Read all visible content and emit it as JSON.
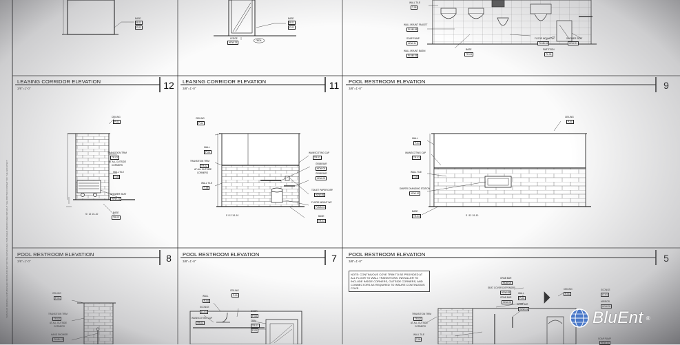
{
  "side_note": "THIS IS AN ORIGINAL UNPUBLISHED WORK AND MAY NOT BE DUPLICATED, PUBLISHED AND/OR USED WITHOUT THE WRITTEN CONSENT OF THE ARCHITECT",
  "logo_text": "BluEnt",
  "logo_reg": "®",
  "row1": [
    {
      "title": "LEASING CORRIDOR ELEVATION",
      "number": "12",
      "scale": "3/8\"=1'-0\""
    },
    {
      "title": "LEASING CORRIDOR ELEVATION",
      "number": "11",
      "scale": "3/8\"=1'-0\""
    },
    {
      "title": "POOL RESTROOM ELEVATION",
      "number": "9",
      "scale": "3/8\"=1'-0\""
    }
  ],
  "row2": [
    {
      "title": "POOL RESTROOM ELEVATION",
      "number": "8",
      "scale": "3/8\"=1'-0\""
    },
    {
      "title": "POOL RESTROOM ELEVATION",
      "number": "7",
      "scale": "3/8\"=1'-0\""
    },
    {
      "title": "POOL RESTROOM ELEVATION",
      "number": "5",
      "scale": "3/8\"=1'-0\""
    }
  ],
  "p12": {
    "ceiling": "CEILING",
    "ceiling_tag": "P-01",
    "trim": "TRANSITION TRIM",
    "trim_tag": "TR-02",
    "trim_note1": "AT ALL OUTSIDE",
    "trim_note2": "CORNERS",
    "wall_tile": "WALL TILE",
    "wall_tile_tag": "T-05",
    "shower_seat": "SHOWER SEAT",
    "shower_seat_tag": "HDW-21",
    "base": "BASE",
    "base_tag": "TR-03",
    "dim": "S / 12 1/1-10"
  },
  "p11": {
    "ceiling": "CEILING",
    "ceiling_tag": "P-01",
    "wall": "WALL",
    "wall_tag": "P-04",
    "trim": "TRANSITION TRIM",
    "trim_tag": "TR-02",
    "trim_note1": "AT ALL OUTSIDE",
    "trim_note2": "CORNERS",
    "wall_tile": "WALL TILE",
    "wall_tile_tag": "T-05",
    "wainscot": "WAINSCOTING CAP",
    "wainscot_tag": "TR-02",
    "grab1": "GRAB BAR",
    "grab1_tag": "HDW-03",
    "grab2": "GRAB BAR",
    "grab2_tag": "HDW-02",
    "toilet": "TOILET PAPER DISP.",
    "toilet_tag": "HDW-06",
    "floor_wc": "FLOOR MOUNT WC",
    "floor_wc_tag": "PLMB-01",
    "base": "BASE",
    "base_tag": "TR-03",
    "dim": "S / 12 1/1-10"
  },
  "p9": {
    "ceiling": "CEILING",
    "ceiling_tag": "P-01",
    "wall": "WALL",
    "wall_tag": "P-04",
    "wainscot": "WAINSCOTING CAP",
    "wainscot_tag": "TR-02",
    "wall_tile": "WALL TILE",
    "wall_tile_tag": "T-05",
    "diaper": "DIAPER CHANGING STATION",
    "diaper_tag": "HDW-10",
    "base": "BASE",
    "base_tag": "TR-03",
    "dim": "S / 12 1/1-10"
  },
  "top": {
    "base_a": "BASE",
    "base_a_tag1": "B-01",
    "base_a_tag2": "P-01",
    "base_b": "BASE",
    "base_b_tag1": "B-01",
    "base_b_tag2": "P-01",
    "ledge": "LEDGE",
    "ledge_tag": "HDW-13",
    "ledge_circ": "TBDA",
    "wall_tile": "WALL TILE",
    "wall_tile_tag": "T-05",
    "faucet": "WALL MOUNT FAUCET",
    "faucet_tag": "PLMB-08",
    "soap": "SOAP PUMP",
    "soap_tag": "HDW-11",
    "basin": "WALL MOUNT BASIN",
    "basin_tag": "PLMB-03",
    "base_c": "BASE",
    "base_c_tag": "TR-03",
    "floor_wc": "FLOOR MOUNT WC",
    "floor_wc_tag": "PLMB-04",
    "shower_seat": "SHOWER SEAT",
    "shower_seat_tag": "HDW-21",
    "partition": "PARTITION",
    "partition_tag": "PL-01"
  },
  "p8": {
    "ceiling": "CEILING",
    "ceiling_tag": "P-01",
    "trim": "TRANSITION TRIM",
    "trim_tag": "TR-02",
    "trim_note1": "AT ALL OUTSIDE",
    "trim_note2": "CORNERS",
    "hand_shower": "HAND SHOWER",
    "hand_shower_tag": "PLMB-13"
  },
  "p7": {
    "wall": "WALL",
    "wall_tag": "P-04",
    "ceiling": "CEILING",
    "ceiling_tag": "P-01",
    "sconce": "SCONCE",
    "sconce_tag": "LT-01",
    "door": "DOOR",
    "door_tag": "P-03",
    "trim": "TRIM",
    "trim_tag1": "TR-01",
    "trim_tag2": "P-03",
    "wainscot": "WAINSCOTING CAP",
    "wainscot_tag": "TR-02"
  },
  "p5": {
    "note": "NOTE: CONTINUOUS COVE TRIM TO BE PROVIDED AT ALL FLOOR TO WALL TRANSITIONS. INSTALLER TO INCLUDE INSIDE CORNERS, OUTSIDE CORNERS, AND CONNECTORS AS REQUIRED TO INSURE CONTINUOUS COVE.",
    "grab_bar": "GRAB BAR",
    "grab_bar_tag": "HDW-04",
    "seat_cover": "SEAT COVER DISPENSER",
    "seat_cover_tag": "HDW-08",
    "grab2": "GRAB BAR",
    "grab2_tag": "HDW-03",
    "grab3": "GRAB BAR",
    "grab3_tag": "HDW-01",
    "wall": "WALL",
    "wall_tag": "P-04",
    "ceiling": "CEILING",
    "ceiling_tag": "P-01",
    "trim": "TRANSITION TRIM",
    "trim_tag": "TR-02",
    "trim_note1": "AT ALL OUTSIDE",
    "trim_note2": "CORNERS",
    "wall_tile": "WALL TILE",
    "wall_tile_tag": "T-05",
    "sconce": "SCONCE",
    "sconce_tag": "LT-01",
    "mirror": "MIRROR",
    "mirror_tag": "HDW-09",
    "soap": "SOAP PUMP",
    "soap_tag": "HDW-11"
  }
}
